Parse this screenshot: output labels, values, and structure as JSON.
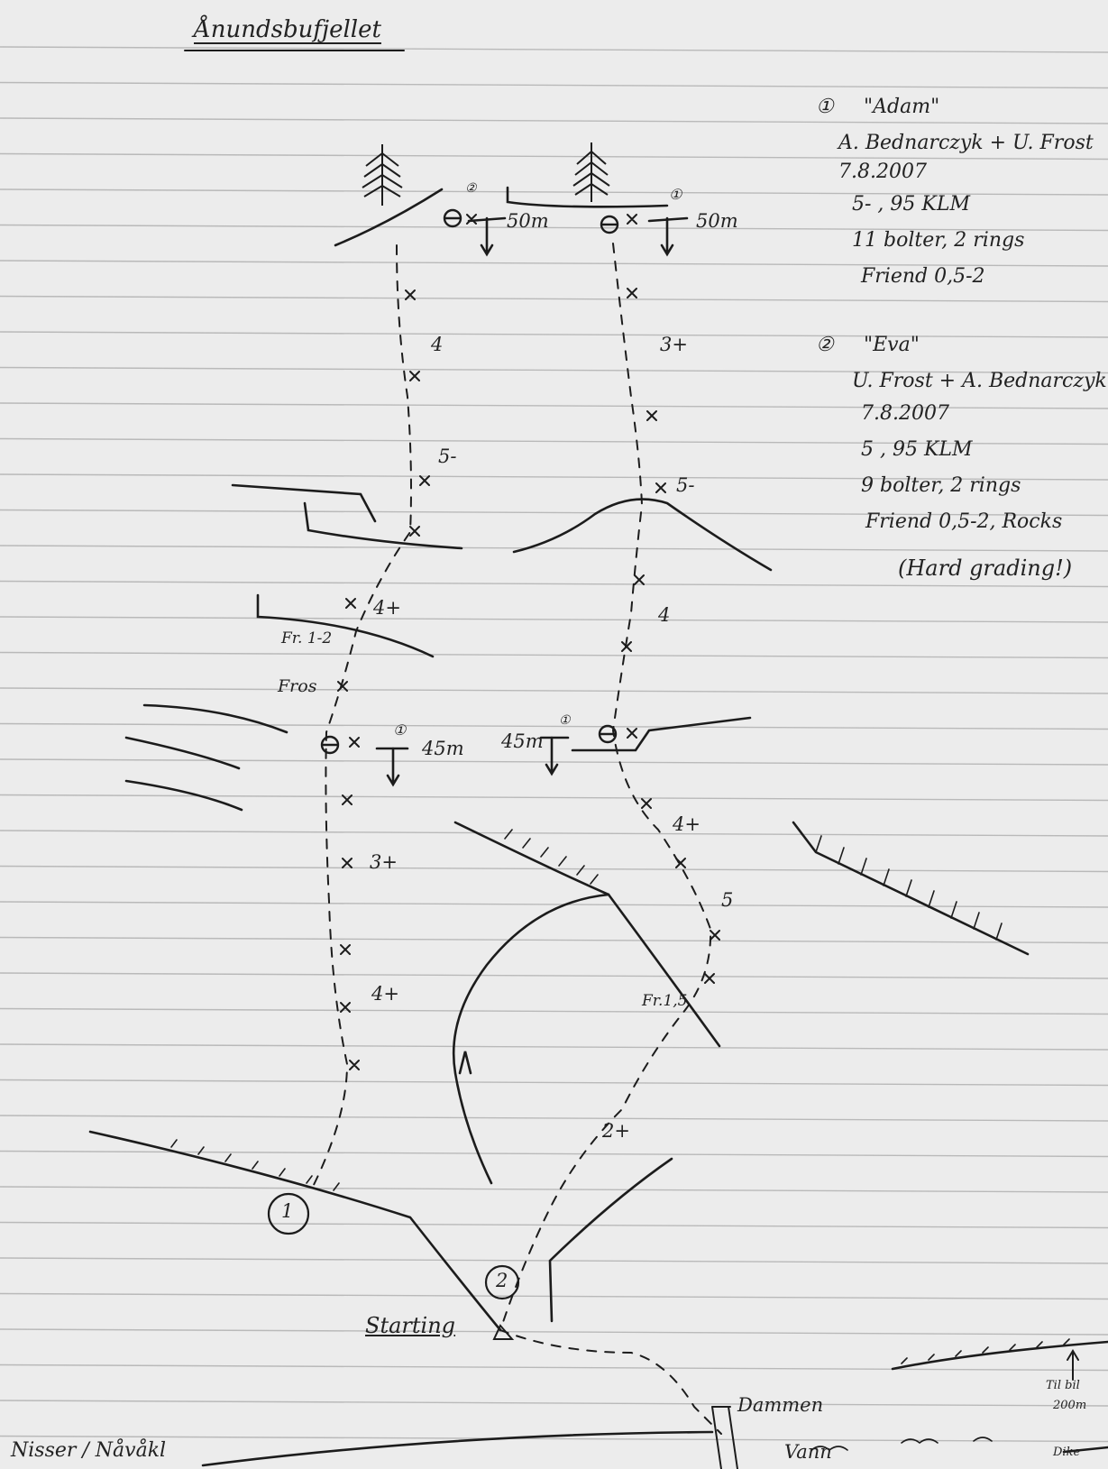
{
  "title": "Ånundsbufjellet",
  "routes": [
    {
      "number": "①",
      "name": "\"Adam\"",
      "authors": "A. Bednarczyk + U. Frost",
      "date": "7.8.2007",
      "grade": "5- , 95 KLM",
      "bolts": "11 bolter, 2 rings",
      "gear": "Friend 0,5-2"
    },
    {
      "number": "②",
      "name": "\"Eva\"",
      "authors": "U. Frost + A. Bednarczyk",
      "date": "7.8.2007",
      "grade": "5 , 95 KLM",
      "bolts": "9 bolter, 2 rings",
      "gear": "Friend 0,5-2, Rocks",
      "note": "(Hard grading!)"
    }
  ],
  "topo": {
    "anchor1_top": "50m",
    "anchor2_top": "50m",
    "anchor1_mid": "45m",
    "anchor2_mid": "45m",
    "route1_grades": [
      "4",
      "5-",
      "4+",
      "3+",
      "4+"
    ],
    "route2_grades": [
      "3+",
      "5-",
      "4",
      "4+",
      "5",
      "2+"
    ],
    "friend_note_1": "Fr. 1-2",
    "friend_note_2": "Fr.1,5",
    "frost_note": "Fros",
    "marker1": "1",
    "marker2": "2",
    "start": "Starting",
    "dam": "Dammen",
    "lake": "Vann",
    "bottom_left": "Nisser / Nåvåkl",
    "bottom_right_1": "Til bil",
    "bottom_right_2": "200m",
    "bottom_right_3": "Dike"
  },
  "icons": {
    "tree_left": "pine-tree-icon",
    "tree_right": "pine-tree-icon",
    "anchor": "belay-anchor-icon"
  }
}
